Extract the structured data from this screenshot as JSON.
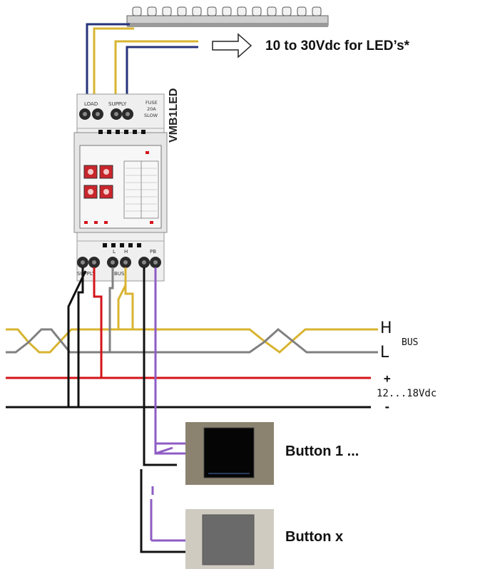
{
  "labels": {
    "led_supply": "10 to 30Vdc for LED’s*",
    "module_name": "VMB1LED",
    "bus_h": "H",
    "bus_l": "L",
    "bus": "BUS",
    "plus": "+",
    "minus": "-",
    "voltage": "12...18Vdc",
    "button1": "Button 1 ...",
    "buttonx": "Button x"
  },
  "module": {
    "load": "LOAD",
    "supply_top": "SUPPLY",
    "fuse": "FUSE",
    "fuse_rating": "20A",
    "fuse_type": "SLOW",
    "supply_bottom": "SUPPLY",
    "bus": "BUS",
    "l": "L",
    "h": "H",
    "pb": "PB"
  },
  "colors": {
    "yellow": "#d8b431",
    "blue": "#27337a",
    "grey": "#808080",
    "red": "#d4141a",
    "black": "#111111",
    "purple": "#8e5cc4",
    "button1_frame": "#8b8370",
    "button1_face": "#050505",
    "buttonx_frame": "#cfcbc1",
    "buttonx_face": "#6a6a6a"
  },
  "icons": [
    "led-strip-icon",
    "arrow-right-icon",
    "din-module-icon",
    "push-button-icon"
  ]
}
